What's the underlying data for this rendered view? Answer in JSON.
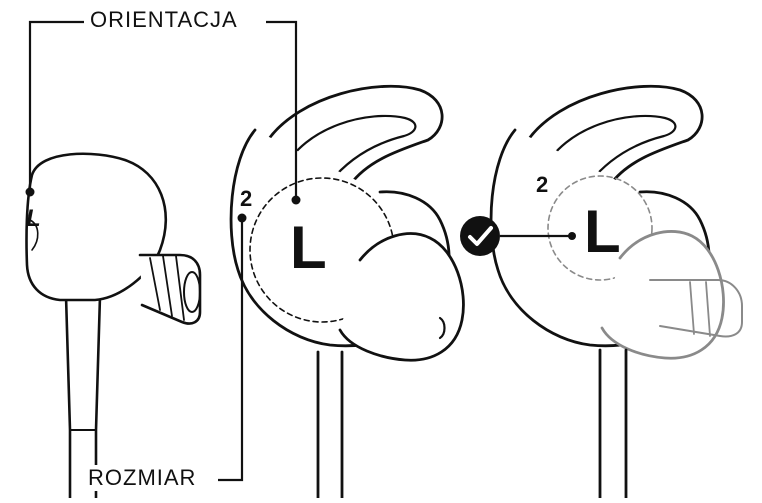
{
  "labels": {
    "orientation": "ORIENTACJA",
    "size": "ROZMIAR"
  },
  "marks": {
    "side_left": "L",
    "size_mid": "2",
    "side_mid": "L",
    "size_right": "2",
    "side_right": "L"
  },
  "icons": {
    "check": "check-circle-icon"
  },
  "colors": {
    "ink": "#111111",
    "paper": "#ffffff",
    "light_ink": "#8a8a8a"
  }
}
